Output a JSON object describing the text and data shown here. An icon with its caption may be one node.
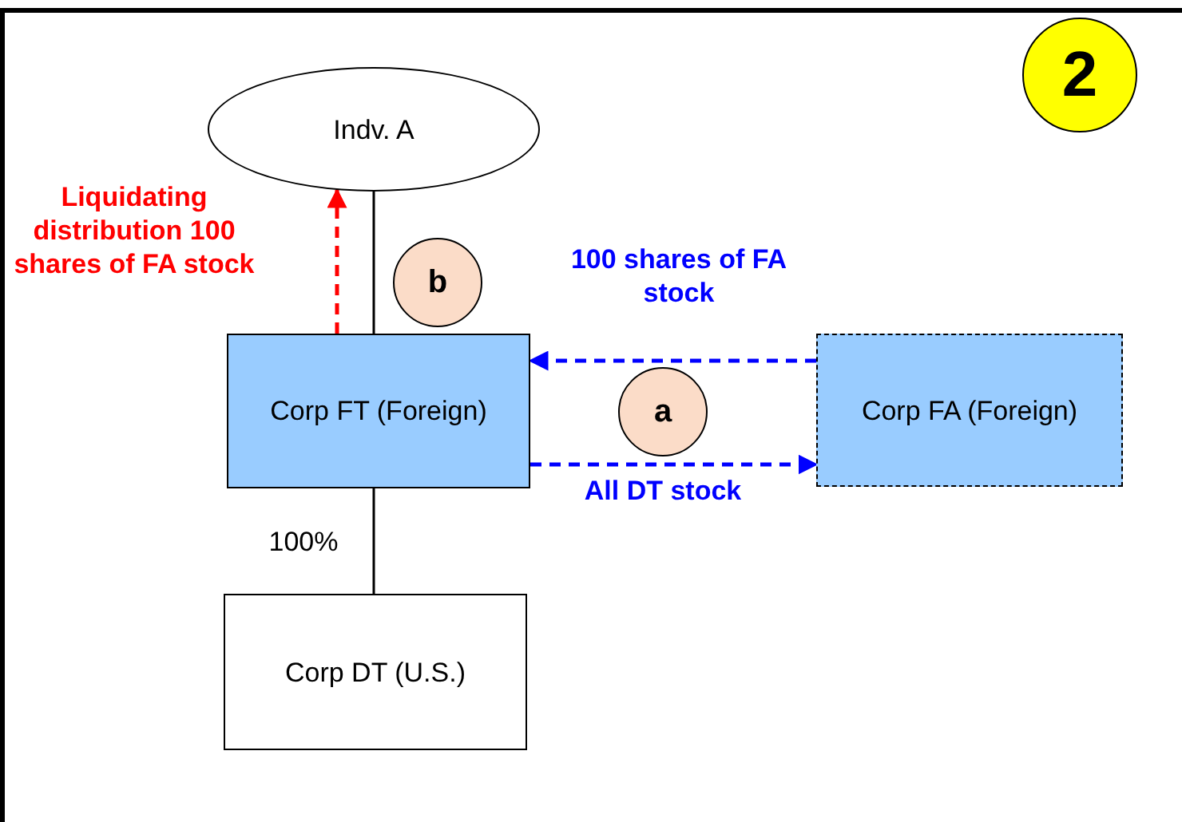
{
  "diagram": {
    "nodes": [
      {
        "text": [
          "Indv. A"
        ]
      },
      {
        "text": [
          "Corp FT (Foreign)"
        ]
      },
      {
        "text": [
          "Corp FA (Foreign)"
        ]
      },
      {
        "text": [
          "Corp DT (U.S.)"
        ]
      },
      {
        "text": [
          "a"
        ]
      },
      {
        "text": [
          "b"
        ]
      },
      {
        "text": [
          "2"
        ]
      }
    ],
    "edges": [
      {
        "from": 0,
        "to": 1,
        "arrow": "none"
      },
      {
        "from": 1,
        "to": 3,
        "arrow": "none",
        "label": "100%"
      },
      {
        "from": 1,
        "to": 0,
        "arrow": "to",
        "style": "dashed",
        "color": "#ff0000",
        "label": "Liquidating distribution 100 shares of FA stock"
      },
      {
        "from": 2,
        "to": 1,
        "arrow": "to",
        "style": "dashed",
        "color": "#0000ff",
        "label": "100 shares of FA stock"
      },
      {
        "from": 1,
        "to": 2,
        "arrow": "to",
        "style": "dashed",
        "color": "#0000ff",
        "label": "All DT stock"
      }
    ]
  }
}
